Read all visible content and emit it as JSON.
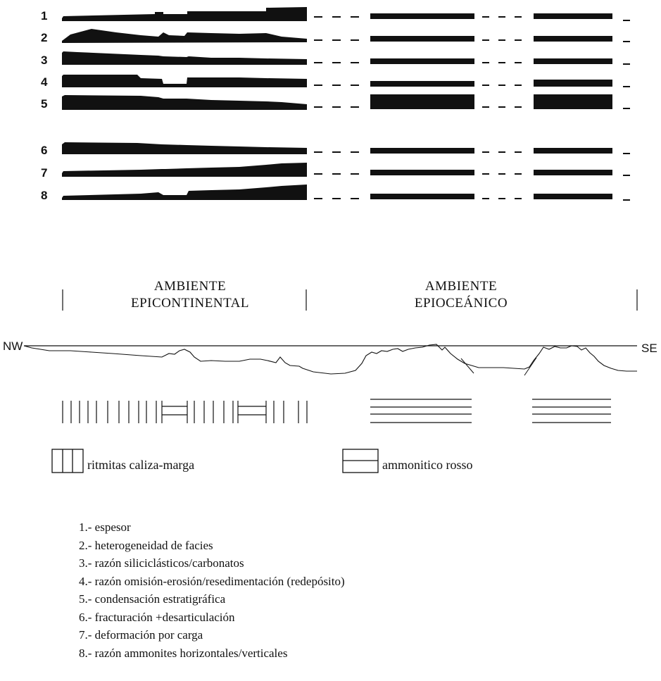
{
  "row_numbers": [
    "1",
    "2",
    "3",
    "4",
    "5",
    "6",
    "7",
    "8"
  ],
  "environments": {
    "left": [
      "AMBIENTE",
      "EPICONTINENTAL"
    ],
    "right": [
      "AMBIENTE",
      "EPIOCEÁNICO"
    ]
  },
  "section_ends": {
    "west": "NW",
    "east": "SE"
  },
  "legend": {
    "rhythmites": "ritmitas caliza-marga",
    "ammonitico": "ammonitico rosso"
  },
  "notes": [
    "1.- espesor",
    "2.- heterogeneidad de facies",
    "3.- razón siliciclásticos/carbonatos",
    "4.- razón omisión-erosión/resedimentación (redepósito)",
    "5.- condensación estratigráfica",
    "6.- fracturación +desarticulación",
    "7.- deformación por carga",
    "8.- razón ammonites horizontales/verticales"
  ],
  "colors": {
    "ink": "#111111",
    "paper": "#ffffff"
  }
}
